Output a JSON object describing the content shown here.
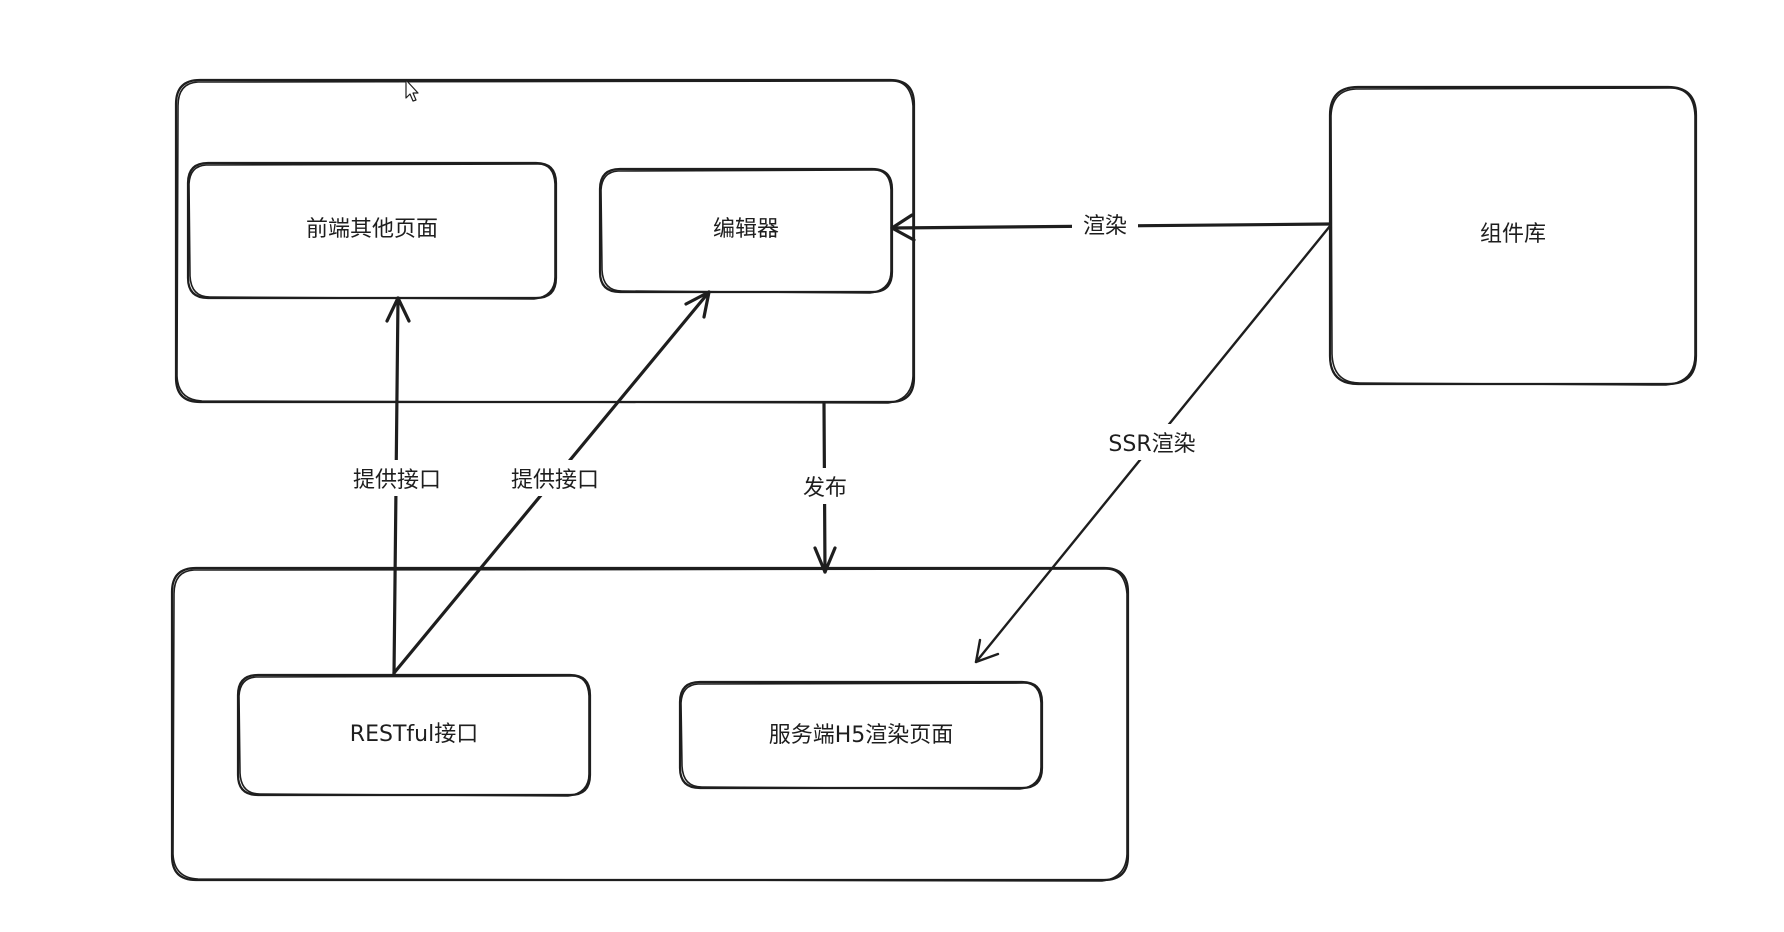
{
  "diagram": {
    "nodes": [
      {
        "id": "frontend-group",
        "label": ""
      },
      {
        "id": "frontend-pages",
        "label": "前端其他页面"
      },
      {
        "id": "editor",
        "label": "编辑器"
      },
      {
        "id": "component-lib",
        "label": "组件库"
      },
      {
        "id": "server-group",
        "label": ""
      },
      {
        "id": "restful",
        "label": "RESTful接口"
      },
      {
        "id": "server-h5",
        "label": "服务端H5渲染页面"
      }
    ],
    "edges": [
      {
        "from": "component-lib",
        "to": "editor",
        "label": "渲染"
      },
      {
        "from": "component-lib",
        "to": "server-h5",
        "label": "SSR渲染"
      },
      {
        "from": "frontend-group",
        "to": "server-group",
        "label": "发布"
      },
      {
        "from": "restful",
        "to": "frontend-pages",
        "label": "提供接口"
      },
      {
        "from": "restful",
        "to": "editor",
        "label": "提供接口"
      }
    ]
  }
}
